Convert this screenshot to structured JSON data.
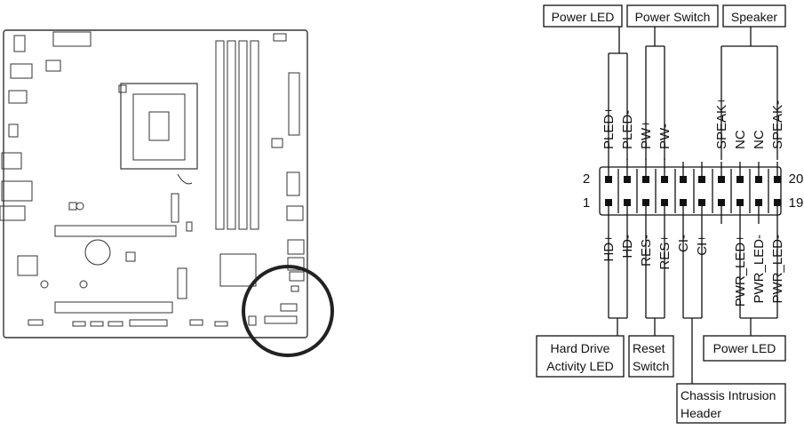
{
  "top_labels": {
    "power_led": "Power LED",
    "power_switch": "Power Switch",
    "speaker": "Speaker"
  },
  "pin_numbers": {
    "top_left": "2",
    "bottom_left": "1",
    "top_right": "20",
    "bottom_right": "19"
  },
  "top_pins": [
    "PLED+",
    "PLED-",
    "PW+",
    "PW-",
    "SPEAK+",
    "NC",
    "NC",
    "SPEAK-"
  ],
  "bottom_pins": [
    "HD+",
    "HD-",
    "RES-",
    "RES+",
    "CI-",
    "CI+",
    "PWR_LED+",
    "PWR_LED-",
    "PWR_LED-"
  ],
  "bottom_labels": {
    "hdd_line1": "Hard Drive",
    "hdd_line2": "Activity LED",
    "reset_line1": "Reset",
    "reset_line2": "Switch",
    "chassis_line1": "Chassis Intrusion",
    "chassis_line2": "Header",
    "power_led": "Power LED"
  },
  "colors": {
    "line": "#111111",
    "highlight_circle": "#222222"
  }
}
